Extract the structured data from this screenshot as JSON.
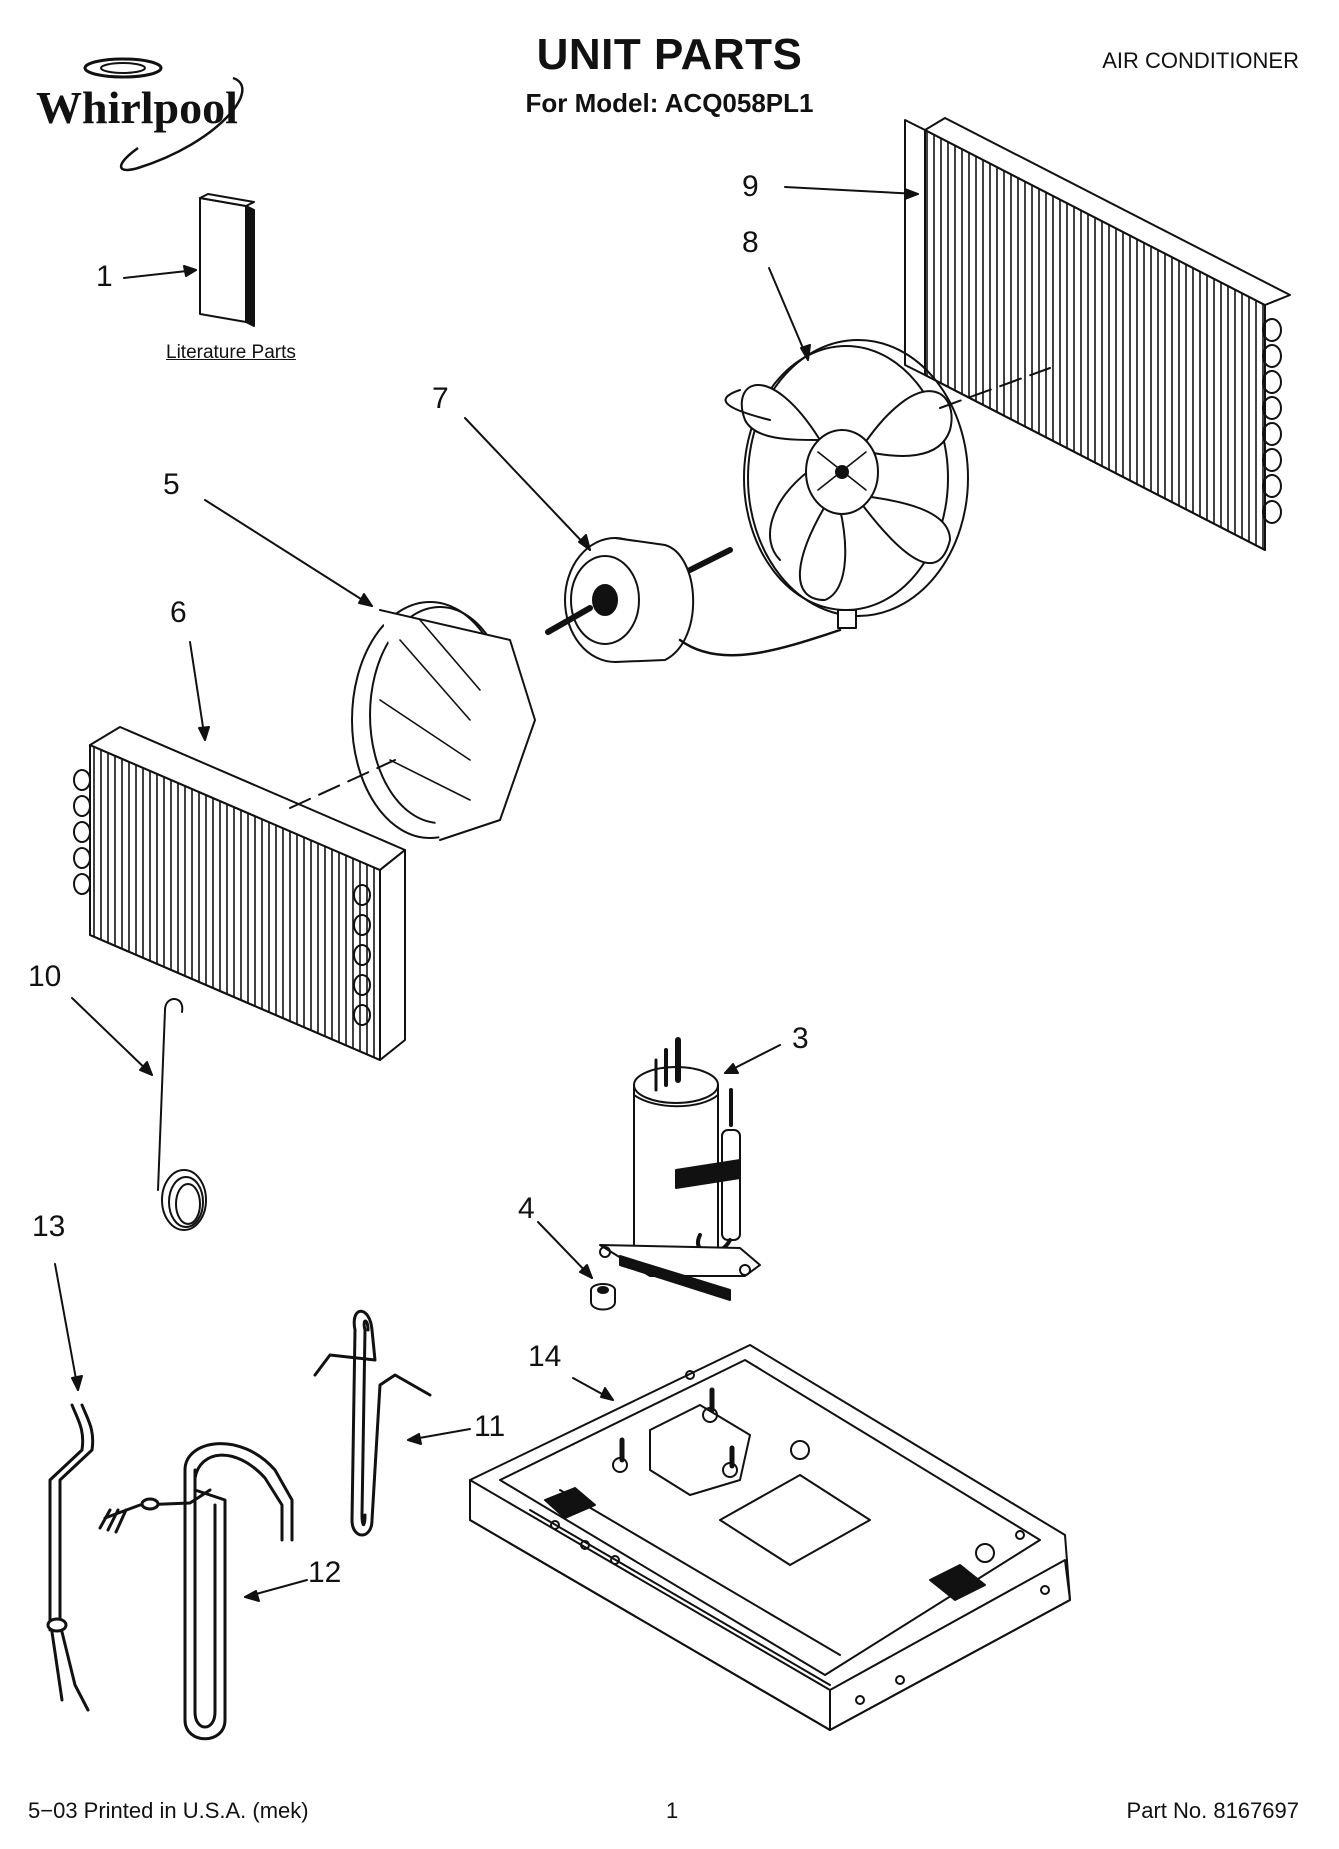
{
  "brand": {
    "name": "Whirlpool"
  },
  "header": {
    "title": "UNIT PARTS",
    "subtitle": "For Model: ACQ058PL1",
    "category": "AIR CONDITIONER"
  },
  "literature_caption": "Literature Parts",
  "callouts": [
    {
      "id": "1",
      "label": "1",
      "part": "literature"
    },
    {
      "id": "2",
      "label": "3",
      "part": "compressor"
    },
    {
      "id": "3",
      "label": "4",
      "part": "grommet"
    },
    {
      "id": "4",
      "label": "5",
      "part": "blower-wheel"
    },
    {
      "id": "5",
      "label": "6",
      "part": "evaporator-coil"
    },
    {
      "id": "6",
      "label": "7",
      "part": "fan-motor"
    },
    {
      "id": "7",
      "label": "8",
      "part": "fan-blade"
    },
    {
      "id": "8",
      "label": "9",
      "part": "condenser-coil"
    },
    {
      "id": "9",
      "label": "10",
      "part": "capillary-tube"
    },
    {
      "id": "10",
      "label": "11",
      "part": "suction-tube"
    },
    {
      "id": "11",
      "label": "12",
      "part": "discharge-tube"
    },
    {
      "id": "12",
      "label": "13",
      "part": "liquid-tube"
    },
    {
      "id": "13",
      "label": "14",
      "part": "base-pan"
    }
  ],
  "footer": {
    "left": "5−03 Printed in U.S.A. (mek)",
    "center": "1",
    "right": "Part No. 8167697"
  },
  "colors": {
    "ink": "#111111",
    "paper": "#ffffff"
  }
}
